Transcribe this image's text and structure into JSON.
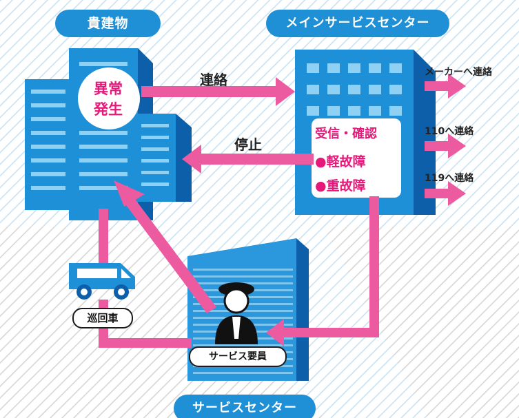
{
  "labels": {
    "owner_building": "貴建物",
    "main_center": "メインサービスセンター",
    "service_center": "サービスセンター",
    "anomaly_line1": "異常",
    "anomaly_line2": "発生",
    "contact": "連絡",
    "stop": "停止",
    "receive_confirm": "受信・確認",
    "minor_fault": "●軽故障",
    "major_fault": "●重故障",
    "to_maker": "メーカーへ連絡",
    "to_110": "110へ連絡",
    "to_119": "119へ連絡",
    "patrol_car": "巡回車",
    "service_staff": "サービス要員"
  },
  "colors": {
    "accent_blue": "#1f8fd6",
    "arrow_pink": "#ec5aa0",
    "text_pink": "#e6197a",
    "building_blue": "#1e90d8",
    "building_dark": "#0c5fa8"
  },
  "icons": [
    "truck-icon",
    "staff-person-icon"
  ]
}
